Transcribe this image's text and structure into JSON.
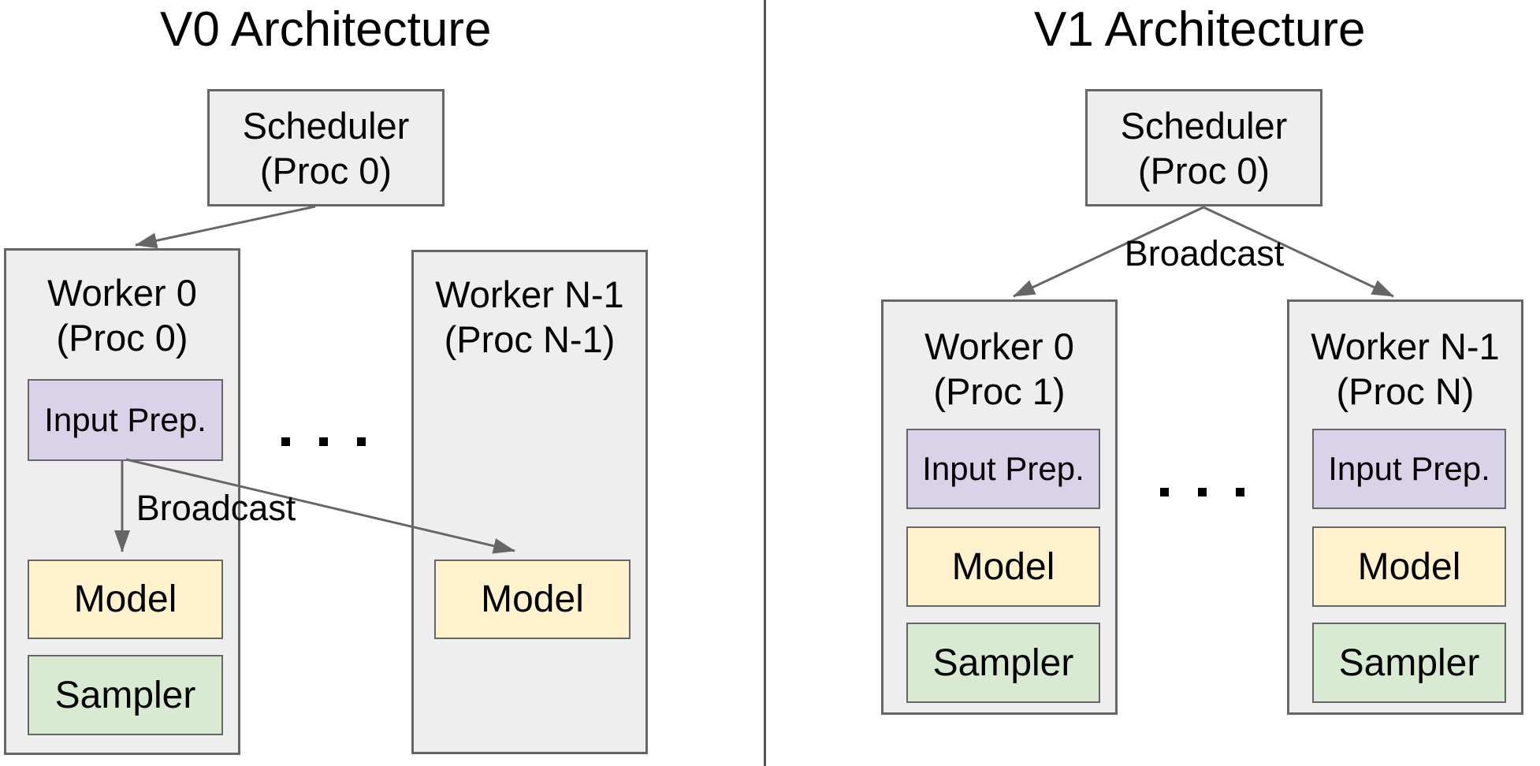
{
  "colors": {
    "worker_fill": "#eeeeee",
    "scheduler_fill": "#eeeeee",
    "input_prep_fill": "#d9d2e9",
    "model_fill": "#fff2cc",
    "sampler_fill": "#d9ead3",
    "border": "#666666",
    "arrow": "#666666",
    "divider": "#555555",
    "text": "#000000"
  },
  "v0": {
    "title": "V0 Architecture",
    "scheduler": {
      "line1": "Scheduler",
      "line2": "(Proc 0)"
    },
    "broadcast_label": "Broadcast",
    "ellipsis": ". . .",
    "worker0": {
      "name_line1": "Worker 0",
      "name_line2": "(Proc 0)",
      "input_prep": "Input Prep.",
      "model": "Model",
      "sampler": "Sampler"
    },
    "worker_n": {
      "name_line1": "Worker N-1",
      "name_line2": "(Proc N-1)",
      "model": "Model"
    }
  },
  "v1": {
    "title": "V1 Architecture",
    "scheduler": {
      "line1": "Scheduler",
      "line2": "(Proc 0)"
    },
    "broadcast_label": "Broadcast",
    "ellipsis": ". . .",
    "worker0": {
      "name_line1": "Worker 0",
      "name_line2": "(Proc 1)",
      "input_prep": "Input Prep.",
      "model": "Model",
      "sampler": "Sampler"
    },
    "worker_n": {
      "name_line1": "Worker N-1",
      "name_line2": "(Proc N)",
      "input_prep": "Input Prep.",
      "model": "Model",
      "sampler": "Sampler"
    }
  }
}
